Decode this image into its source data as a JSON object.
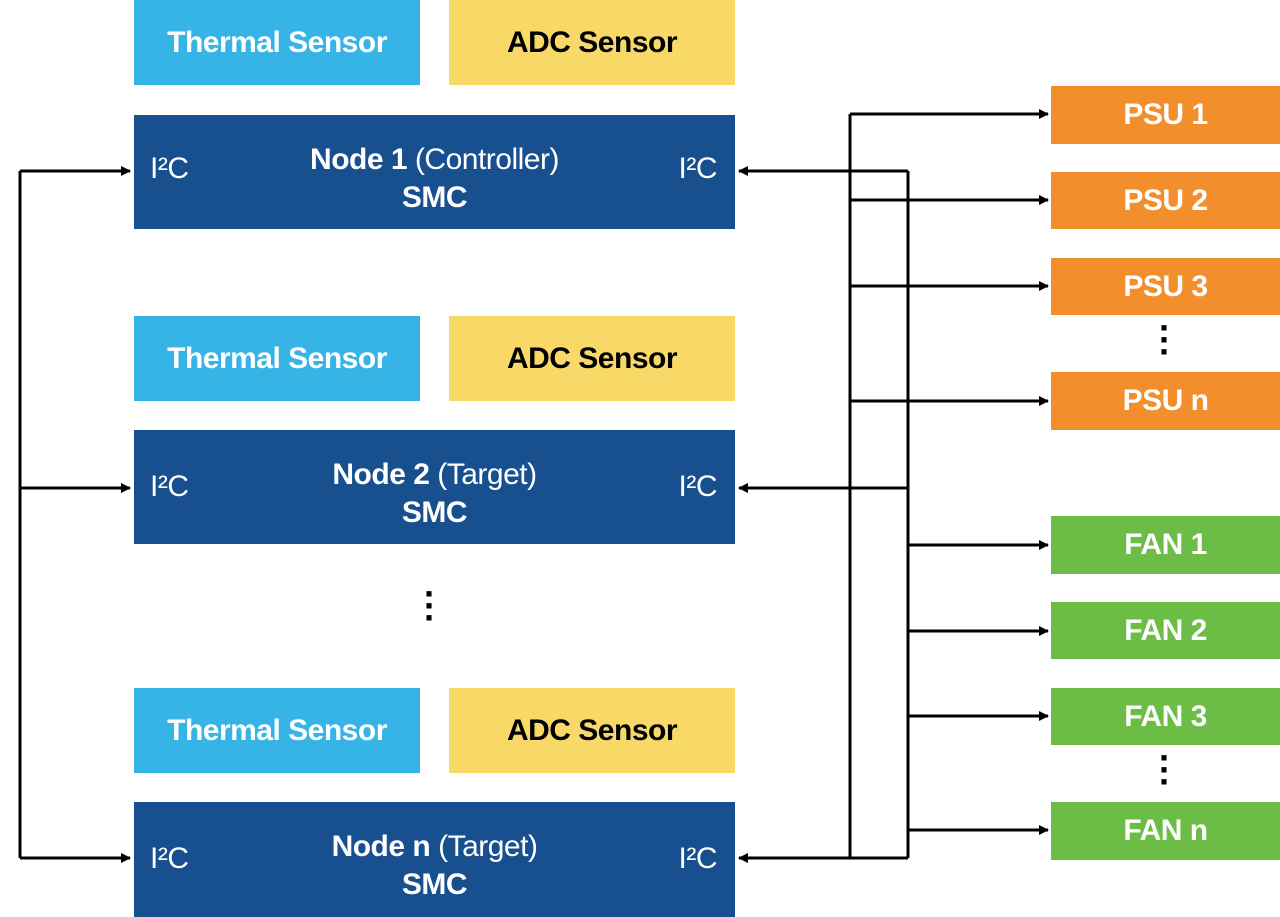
{
  "sensors": {
    "thermal_label": "Thermal Sensor",
    "adc_label": "ADC Sensor"
  },
  "nodes": [
    {
      "title": "Node 1",
      "role": "(Controller)",
      "sub": "SMC",
      "port_left": "I²C",
      "port_right": "I²C"
    },
    {
      "title": "Node 2",
      "role": "(Target)",
      "sub": "SMC",
      "port_left": "I²C",
      "port_right": "I²C"
    },
    {
      "title": "Node n",
      "role": "(Target)",
      "sub": "SMC",
      "port_left": "I²C",
      "port_right": "I²C"
    }
  ],
  "psus": [
    "PSU 1",
    "PSU 2",
    "PSU 3",
    "PSU n"
  ],
  "fans": [
    "FAN 1",
    "FAN 2",
    "FAN 3",
    "FAN n"
  ],
  "colors": {
    "thermal": "#37b4e6",
    "adc": "#f8d968",
    "node": "#174f8f",
    "psu": "#f28e2b",
    "fan": "#6cbd45"
  }
}
